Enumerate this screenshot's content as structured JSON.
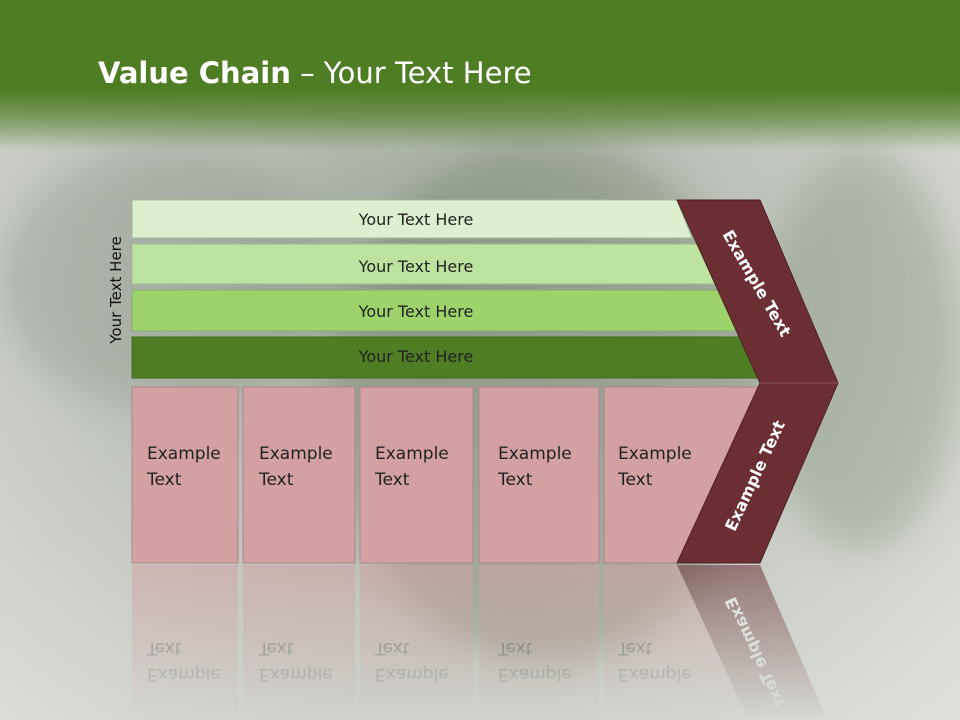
{
  "slide": {
    "title_bold": "Value Chain",
    "title_rest": " – Your Text Here",
    "side_label": "Your Text Here"
  },
  "bands": [
    {
      "label": "Your Text Here",
      "color": "#dcefcf"
    },
    {
      "label": "Your Text Here",
      "color": "#bde3a0"
    },
    {
      "label": "Your Text Here",
      "color": "#9ed36c"
    },
    {
      "label": "Your Text Here",
      "color": "#4e7d24"
    }
  ],
  "boxes": [
    {
      "line1": "Example",
      "line2": "Text"
    },
    {
      "line1": "Example",
      "line2": "Text"
    },
    {
      "line1": "Example",
      "line2": "Text"
    },
    {
      "line1": "Example",
      "line2": "Text"
    },
    {
      "line1": "Example",
      "line2": "Text"
    }
  ],
  "chevron": {
    "upper_label": "Example Text",
    "lower_label": "Example Text",
    "color": "#6b2f33"
  },
  "colors": {
    "header_green": "#4e7d24",
    "box_pink": "#d3a1a2"
  }
}
